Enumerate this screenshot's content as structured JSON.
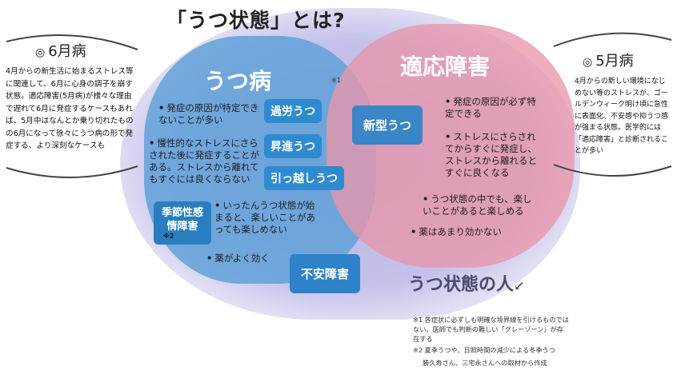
{
  "title": "「うつ状態」とは?",
  "circles": {
    "left_label": "うつ病",
    "right_label": "適応障害",
    "note_mark": "※1"
  },
  "left_items": [
    "発症の原因が特定できないことが多い",
    "慢性的なストレスにさらされた後に発症することがある。ストレスから離れてもすぐには良くならない",
    "いったんうつ状態が始まると、楽しいことがあっても楽しめない",
    "薬がよく効く"
  ],
  "right_items": [
    "発症の原因が必ず特定できる",
    "ストレスにさらされてからすぐに発症し、ストレスから離れるとすぐに良くなる",
    "うつ状態の中でも、楽しいことがあると楽しめる",
    "薬はあまり効かない"
  ],
  "tags": {
    "karou": "過労うつ",
    "shoushin": "昇進うつ",
    "hikkoshi": "引っ越しうつ",
    "kisetsu": "季節性感情障害",
    "kisetsu_note": "※2",
    "shingata": "新型うつ",
    "fuan": "不安障害"
  },
  "left_side": {
    "title": "6月病",
    "text": "4月からの新生活に始まるストレス等に関連して、6月に心身の調子を崩す状態。適応障害(5月病)が様々な理由で遅れて6月に発症するケースもあれば、5月中はなんとか乗り切れたものの6月になって徐々にうつ病の形で発症する、より深刻なケースも"
  },
  "right_side": {
    "title": "5月病",
    "text": "4月からの新しい環境になじめない等のストレスが、ゴールデンウィーク明け頃に急性に表面化、不安感や抑うつ感が強まる状態。医学的には「適応障害」と診断されることが多い"
  },
  "person_label": "うつ状態の人",
  "footnotes": [
    "※1 各症状に必ずしも明確な境界線を引けるものではない。医師でも判断の難しい「グレーゾーン」が存在する",
    "※2 夏季うつや、日照時間の減少による冬季うつ",
    "勝久寿さん、三宅永さんへの取材から作成"
  ]
}
